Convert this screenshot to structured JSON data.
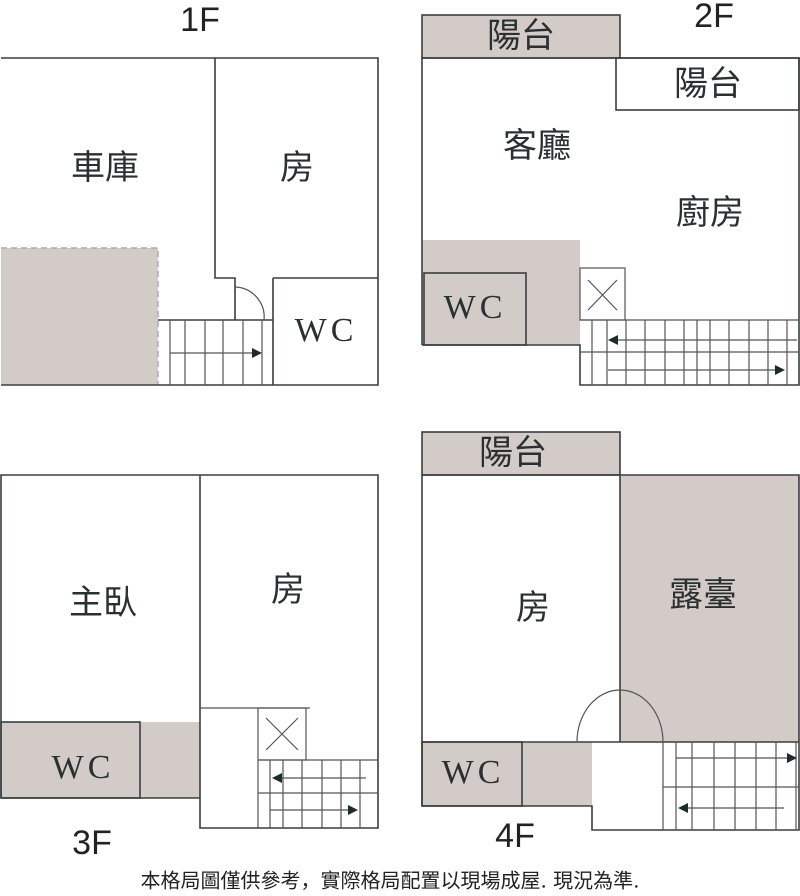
{
  "floors": {
    "f1": {
      "label": "1F",
      "garage": "車庫",
      "room": "房",
      "wc": "WC"
    },
    "f2": {
      "label": "2F",
      "balcony_top": "陽台",
      "balcony_right": "陽台",
      "living": "客廳",
      "kitchen": "廚房",
      "wc": "WC"
    },
    "f3": {
      "label": "3F",
      "master": "主臥",
      "room": "房",
      "wc": "WC"
    },
    "f4": {
      "label": "4F",
      "balcony": "陽台",
      "room": "房",
      "terrace": "露臺",
      "wc": "WC"
    }
  },
  "footer": "本格局圖僅供參考，實際格局配置以現場成屋. 現況為準.",
  "colors": {
    "fill": "#d3cbc8",
    "line": "#3a3f3f"
  }
}
